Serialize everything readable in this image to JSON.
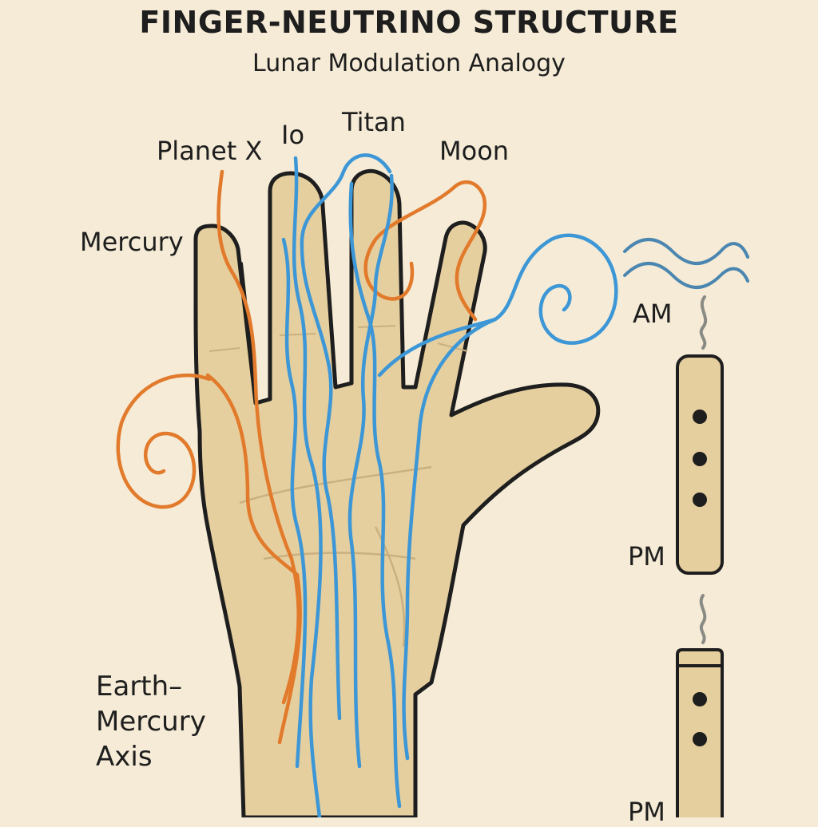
{
  "title": "FINGER-NEUTRINO STRUCTURE",
  "subtitle": "Lunar Modulation Analogy",
  "labels": {
    "mercury": "Mercury",
    "planet_x": "Planet X",
    "io": "Io",
    "titan": "Titan",
    "moon": "Moon",
    "earth_mercury_axis": "Earth–Mercury Axis"
  },
  "legend": {
    "am": "AM",
    "pm_top": "PM",
    "pm_bottom": "PM"
  },
  "colors": {
    "background": "#f5ebd6",
    "skin": "#e6cf9e",
    "outline": "#1e1e1e",
    "orange_strand": "#e27a2c",
    "blue_strand": "#3d97d6",
    "wave": "#4a86b0",
    "squiggle": "#8a8a84"
  }
}
